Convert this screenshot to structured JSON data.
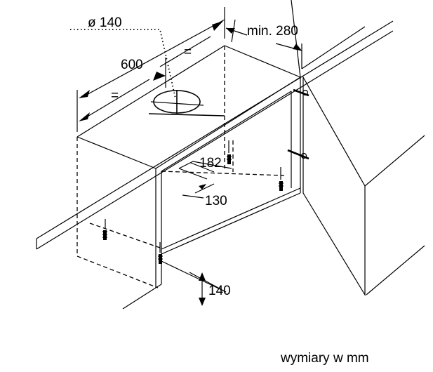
{
  "diagram": {
    "labels": {
      "duct_diameter": "ø 140",
      "min_clearance": "min. 280",
      "cabinet_width": "600",
      "equal_left": "=",
      "equal_right": "=",
      "cutout_depth": "182",
      "cutout_offset": "130",
      "bottom_height": "140"
    },
    "caption": "wymiary w mm"
  }
}
